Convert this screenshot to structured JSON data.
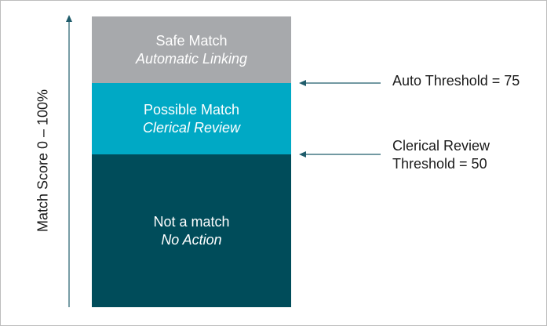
{
  "axis": {
    "label": "Match Score 0 – 100%"
  },
  "bands": {
    "safe": {
      "title": "Safe Match",
      "subtitle": "Automatic Linking",
      "color": "#a7a9ac"
    },
    "possible": {
      "title": "Possible Match",
      "subtitle": "Clerical Review",
      "color": "#00a9c5"
    },
    "none": {
      "title": "Not a match",
      "subtitle": "No Action",
      "color": "#004c5a"
    }
  },
  "thresholds": {
    "auto": {
      "label": "Auto Threshold = 75",
      "value": 75
    },
    "clerical": {
      "line1": "Clerical Review",
      "line2": "Threshold = 50",
      "value": 50
    }
  },
  "colors": {
    "arrow": "#1f5c6b"
  }
}
